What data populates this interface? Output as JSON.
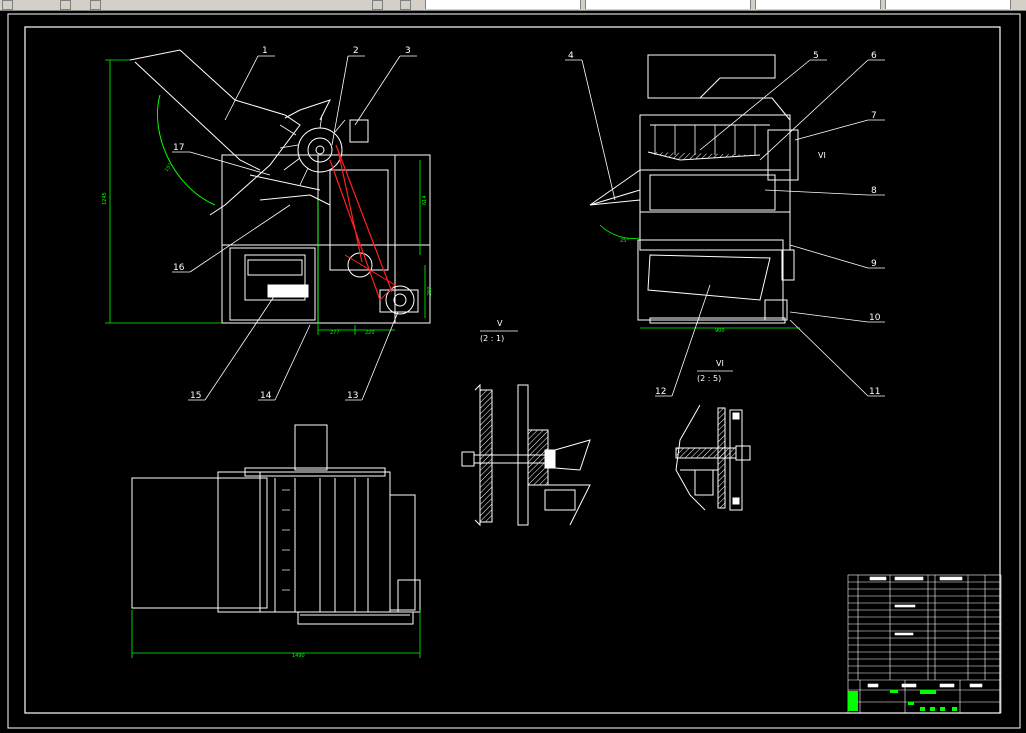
{
  "toolbar": {
    "tab_1": "",
    "tab_2": "",
    "tab_3": "",
    "tab_4": ""
  },
  "callouts": {
    "c1": "1",
    "c2": "2",
    "c3": "3",
    "c4": "4",
    "c5": "5",
    "c6": "6",
    "c7": "7",
    "c8": "8",
    "c9": "9",
    "c10": "10",
    "c11": "11",
    "c12": "12",
    "c13": "13",
    "c14": "14",
    "c15": "15",
    "c16": "16",
    "c17": "17"
  },
  "detail_views": {
    "v_label": "V",
    "v_scale": "(2 : 1)",
    "vi_label": "VI",
    "vi_scale": "(2 : 5)",
    "vi_marker": "VI"
  },
  "dimensions": {
    "front_height": "1245",
    "front_vert": "614",
    "front_small": "260",
    "front_w1": "277",
    "front_w2": "220",
    "front_angle": "15°",
    "side_width": "900",
    "side_angle": "25°",
    "plan_width": "1490"
  },
  "colors": {
    "line": "#ffffff",
    "dimension": "#00ff00",
    "belt": "#ff2020",
    "frame": "#ffffff"
  }
}
